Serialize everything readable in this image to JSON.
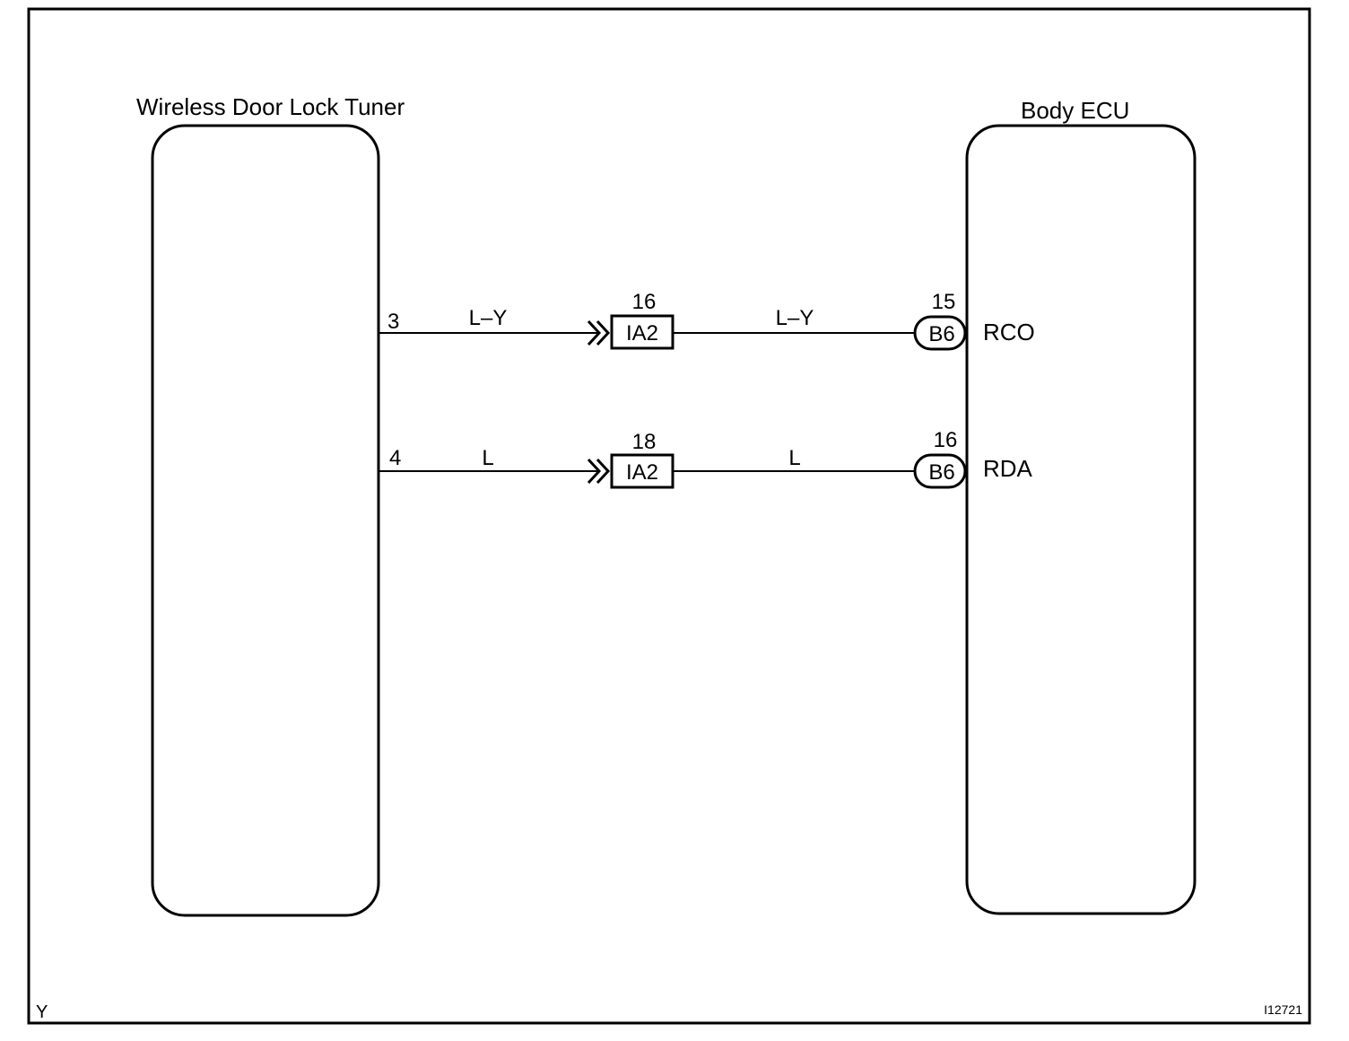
{
  "components": {
    "left": {
      "title": "Wireless Door Lock Tuner"
    },
    "right": {
      "title": "Body ECU"
    }
  },
  "wires": [
    {
      "tuner_pin": "3",
      "color_left": "L–Y",
      "junction_pin": "16",
      "junction_connector": "IA2",
      "color_right": "L–Y",
      "ecu_pin": "15",
      "ecu_connector": "B6",
      "ecu_signal": "RCO"
    },
    {
      "tuner_pin": "4",
      "color_left": "L",
      "junction_pin": "18",
      "junction_connector": "IA2",
      "color_right": "L",
      "ecu_pin": "16",
      "ecu_connector": "B6",
      "ecu_signal": "RDA"
    }
  ],
  "footer": {
    "corner_mark": "Y",
    "figure_id": "I12721"
  }
}
